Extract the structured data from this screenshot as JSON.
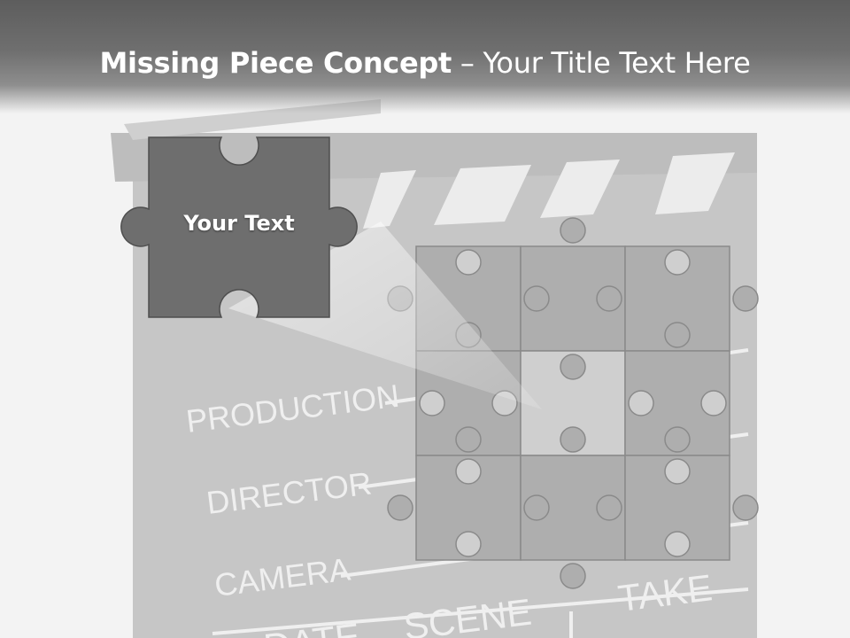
{
  "slide": {
    "title_bold": "Missing Piece Concept",
    "title_separator": "–",
    "title_sub": "Your Title Text Here",
    "piece_text": "Your Text"
  },
  "clapperboard": {
    "labels": [
      "PRODUCTION",
      "DIRECTOR",
      "CAMERA",
      "SCENE",
      "TAKE",
      "DATE"
    ]
  },
  "colors": {
    "title_band": "#6a6a6a",
    "missing_piece": "#6b6b6b",
    "grid_piece": "#adadad",
    "grid_piece_light": "#c8c8c8"
  }
}
